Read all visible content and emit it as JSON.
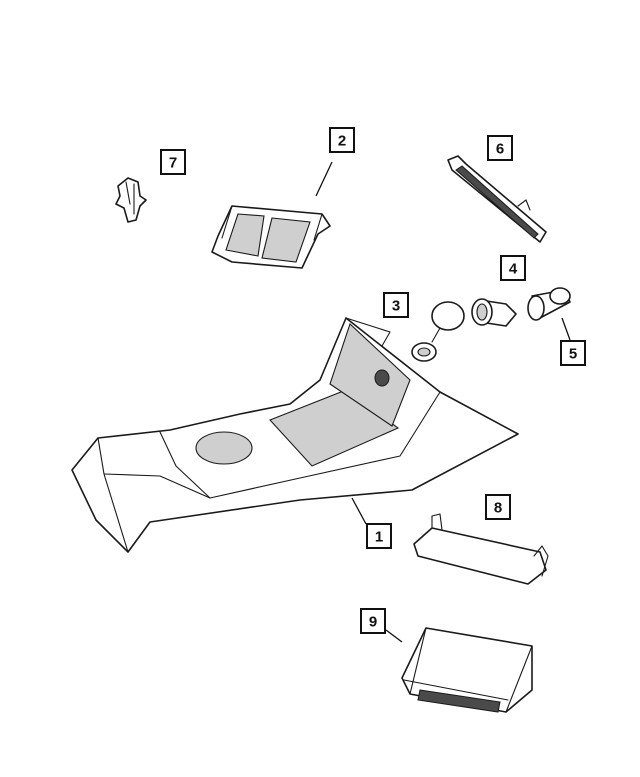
{
  "callouts": [
    {
      "id": "callout-1",
      "label": "1",
      "part": "center-console"
    },
    {
      "id": "callout-2",
      "label": "2",
      "part": "bezel"
    },
    {
      "id": "callout-3",
      "label": "3",
      "part": "power-outlet-cap"
    },
    {
      "id": "callout-4",
      "label": "4",
      "part": "power-outlet-receptacle"
    },
    {
      "id": "callout-5",
      "label": "5",
      "part": "power-outlet-sleeve"
    },
    {
      "id": "callout-6",
      "label": "6",
      "part": "trim-strip"
    },
    {
      "id": "callout-7",
      "label": "7",
      "part": "push-pin-retainer"
    },
    {
      "id": "callout-8",
      "label": "8",
      "part": "mounting-bracket"
    },
    {
      "id": "callout-9",
      "label": "9",
      "part": "control-module"
    }
  ]
}
